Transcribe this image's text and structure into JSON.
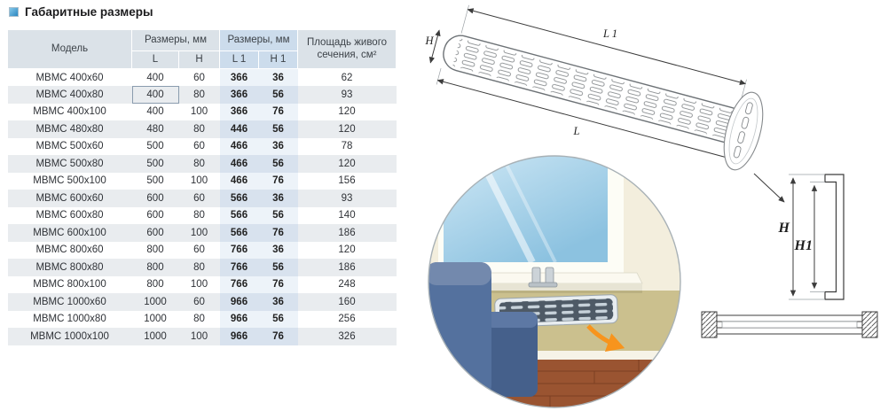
{
  "title": "Габаритные размеры",
  "table": {
    "header": {
      "model": "Модель",
      "dims_lh": "Размеры, мм",
      "dims_l1h1": "Размеры, мм",
      "area": "Площадь живого сечения, см²",
      "l": "L",
      "h": "H",
      "l1": "L 1",
      "h1": "H 1"
    },
    "rows": [
      {
        "model": "МВМС 400x60",
        "l": "400",
        "h": "60",
        "l1": "366",
        "h1": "36",
        "area": "62"
      },
      {
        "model": "МВМС 400x80",
        "l": "400",
        "h": "80",
        "l1": "366",
        "h1": "56",
        "area": "93"
      },
      {
        "model": "МВМС 400x100",
        "l": "400",
        "h": "100",
        "l1": "366",
        "h1": "76",
        "area": "120"
      },
      {
        "model": "МВМС 480x80",
        "l": "480",
        "h": "80",
        "l1": "446",
        "h1": "56",
        "area": "120"
      },
      {
        "model": "МВМС 500x60",
        "l": "500",
        "h": "60",
        "l1": "466",
        "h1": "36",
        "area": "78"
      },
      {
        "model": "МВМС 500x80",
        "l": "500",
        "h": "80",
        "l1": "466",
        "h1": "56",
        "area": "120"
      },
      {
        "model": "МВМС 500x100",
        "l": "500",
        "h": "100",
        "l1": "466",
        "h1": "76",
        "area": "156"
      },
      {
        "model": "МВМС 600x60",
        "l": "600",
        "h": "60",
        "l1": "566",
        "h1": "36",
        "area": "93"
      },
      {
        "model": "МВМС 600x80",
        "l": "600",
        "h": "80",
        "l1": "566",
        "h1": "56",
        "area": "140"
      },
      {
        "model": "МВМС 600x100",
        "l": "600",
        "h": "100",
        "l1": "566",
        "h1": "76",
        "area": "186"
      },
      {
        "model": "МВМС 800x60",
        "l": "800",
        "h": "60",
        "l1": "766",
        "h1": "36",
        "area": "120"
      },
      {
        "model": "МВМС 800x80",
        "l": "800",
        "h": "80",
        "l1": "766",
        "h1": "56",
        "area": "186"
      },
      {
        "model": "МВМС 800x100",
        "l": "800",
        "h": "100",
        "l1": "766",
        "h1": "76",
        "area": "248"
      },
      {
        "model": "МВМС 1000x60",
        "l": "1000",
        "h": "60",
        "l1": "966",
        "h1": "36",
        "area": "160"
      },
      {
        "model": "МВМС 1000x80",
        "l": "1000",
        "h": "80",
        "l1": "966",
        "h1": "56",
        "area": "256"
      },
      {
        "model": "МВМС 1000x100",
        "l": "1000",
        "h": "100",
        "l1": "966",
        "h1": "76",
        "area": "326"
      }
    ]
  },
  "diagram": {
    "grille": {
      "dim_l1": "L 1",
      "dim_l": "L",
      "dim_h": "H"
    },
    "profile": {
      "dim_h": "H",
      "dim_h1": "H1"
    }
  },
  "colors": {
    "accent_blue": "#2a86c0",
    "header_bg": "#dbe2e8",
    "header_blue_bg": "#ccdcec",
    "row_alt_bg": "#e9ecef",
    "l1h1_bg": "#d8e2ee",
    "arrow_orange": "#f7941d",
    "sofa_blue": "#54719e",
    "floor_brown": "#9a5431",
    "wall_tan": "#cbc08e",
    "wall_cream": "#f3eedd"
  }
}
